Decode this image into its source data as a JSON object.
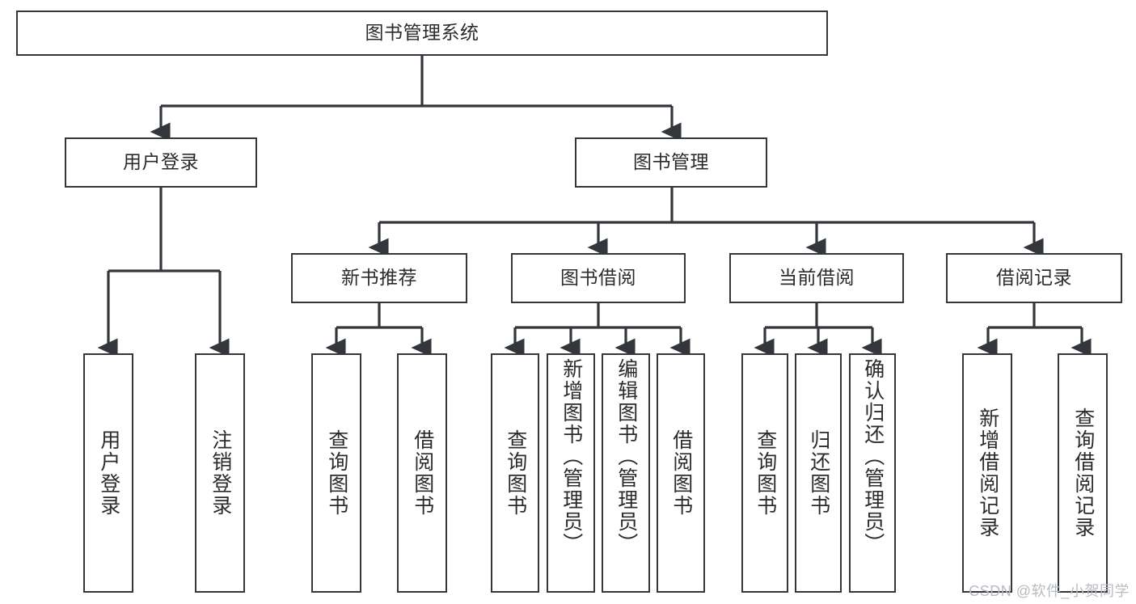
{
  "diagram": {
    "title": "图书管理系统",
    "type": "tree",
    "watermark": "CSDN @软件_小贺同学",
    "colors": {
      "box_border": "#33363b",
      "box_fill": "#ffffff",
      "connector": "#33363b",
      "text": "#2b2b2b",
      "watermark": "#b9bcc0",
      "background": "#ffffff"
    },
    "levels": {
      "root": {
        "label": "图书管理系统"
      },
      "level2": [
        {
          "id": "user-login",
          "label": "用户登录"
        },
        {
          "id": "book-manage",
          "label": "图书管理"
        }
      ],
      "level3": [
        {
          "id": "new-book-recommend",
          "label": "新书推荐",
          "parent": "book-manage"
        },
        {
          "id": "book-borrow",
          "label": "图书借阅",
          "parent": "book-manage"
        },
        {
          "id": "current-borrow",
          "label": "当前借阅",
          "parent": "book-manage"
        },
        {
          "id": "borrow-record",
          "label": "借阅记录",
          "parent": "book-manage"
        }
      ],
      "leaves": [
        {
          "id": "leaf-user-login",
          "label": "用户登录",
          "parent": "user-login"
        },
        {
          "id": "leaf-logout",
          "label": "注销登录",
          "parent": "user-login"
        },
        {
          "id": "leaf-query-book-1",
          "label": "查询图书",
          "parent": "new-book-recommend"
        },
        {
          "id": "leaf-borrow-book-1",
          "label": "借阅图书",
          "parent": "new-book-recommend"
        },
        {
          "id": "leaf-query-book-2",
          "label": "查询图书",
          "parent": "book-borrow"
        },
        {
          "id": "leaf-add-book",
          "label": "新增图书（管理员）",
          "parent": "book-borrow"
        },
        {
          "id": "leaf-edit-book",
          "label": "编辑图书（管理员）",
          "parent": "book-borrow"
        },
        {
          "id": "leaf-borrow-book-2",
          "label": "借阅图书",
          "parent": "book-borrow"
        },
        {
          "id": "leaf-query-book-3",
          "label": "查询图书",
          "parent": "current-borrow"
        },
        {
          "id": "leaf-return-book",
          "label": "归还图书",
          "parent": "current-borrow"
        },
        {
          "id": "leaf-confirm-return",
          "label": "确认归还（管理员）",
          "parent": "current-borrow"
        },
        {
          "id": "leaf-add-record",
          "label": "新增借阅记录",
          "parent": "borrow-record"
        },
        {
          "id": "leaf-query-record",
          "label": "查询借阅记录",
          "parent": "borrow-record"
        }
      ]
    }
  }
}
